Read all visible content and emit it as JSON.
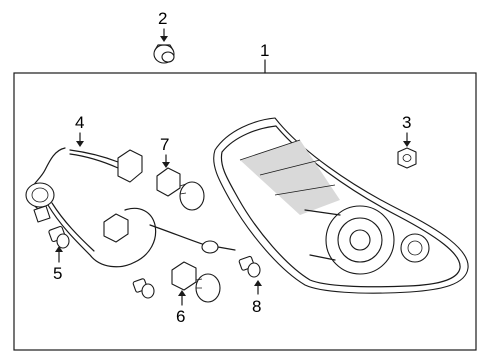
{
  "diagram": {
    "callouts": [
      {
        "id": "1",
        "label": "1"
      },
      {
        "id": "2",
        "label": "2"
      },
      {
        "id": "3",
        "label": "3"
      },
      {
        "id": "4",
        "label": "4"
      },
      {
        "id": "5",
        "label": "5"
      },
      {
        "id": "6",
        "label": "6"
      },
      {
        "id": "7",
        "label": "7"
      },
      {
        "id": "8",
        "label": "8"
      }
    ],
    "parts": [
      {
        "callout": "1",
        "name": "tail-lamp-assembly"
      },
      {
        "callout": "2",
        "name": "grommet"
      },
      {
        "callout": "3",
        "name": "nut"
      },
      {
        "callout": "4",
        "name": "wiring-harness"
      },
      {
        "callout": "5",
        "name": "bulb-small"
      },
      {
        "callout": "6",
        "name": "bulb-socket-lower"
      },
      {
        "callout": "7",
        "name": "bulb-socket-upper"
      },
      {
        "callout": "8",
        "name": "bulb-side"
      }
    ]
  }
}
